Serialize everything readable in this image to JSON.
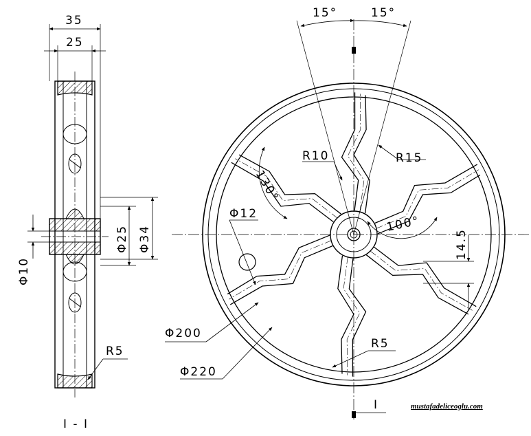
{
  "section_view": {
    "title": "I - I",
    "dim_overall_width": "35",
    "dim_rim_width": "25",
    "dim_bore": "Φ10",
    "dim_hub_inner": "Φ25",
    "dim_hub_outer": "Φ34",
    "dim_fillet": "R5"
  },
  "front_view": {
    "angle_left": "15°",
    "angle_right": "15°",
    "radius_outer_fillet": "R15",
    "radius_inner_fillet": "R10",
    "angle_bend_1": "130°",
    "angle_bend_2": "100°",
    "dim_spoke_hole": "Φ12",
    "dim_offset": "14.5",
    "dim_rim_inner": "Φ200",
    "dim_rim_outer": "Φ220",
    "dim_fillet": "R5",
    "section_mark": "I"
  },
  "watermark": "mustafadeliceoglu.com"
}
